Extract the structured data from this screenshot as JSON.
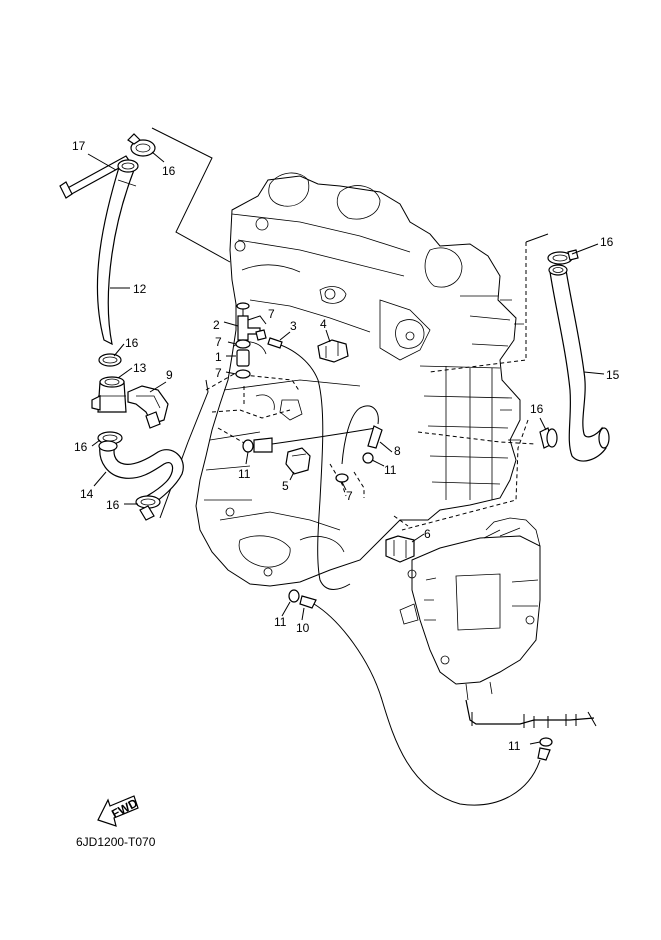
{
  "diagram": {
    "code": "6JD1200-T070",
    "fwd_label": "FWD",
    "callouts": [
      {
        "id": "c17",
        "text": "17"
      },
      {
        "id": "c16a",
        "text": "16"
      },
      {
        "id": "c12",
        "text": "12"
      },
      {
        "id": "c16b",
        "text": "16"
      },
      {
        "id": "c13",
        "text": "13"
      },
      {
        "id": "c9",
        "text": "9"
      },
      {
        "id": "c16c",
        "text": "16"
      },
      {
        "id": "c14",
        "text": "14"
      },
      {
        "id": "c16d",
        "text": "16"
      },
      {
        "id": "c7a",
        "text": "7"
      },
      {
        "id": "c2",
        "text": "2"
      },
      {
        "id": "c3",
        "text": "3"
      },
      {
        "id": "c4",
        "text": "4"
      },
      {
        "id": "c7b",
        "text": "7"
      },
      {
        "id": "c1",
        "text": "1"
      },
      {
        "id": "c7c",
        "text": "7"
      },
      {
        "id": "c11a",
        "text": "11"
      },
      {
        "id": "c5",
        "text": "5"
      },
      {
        "id": "c8",
        "text": "8"
      },
      {
        "id": "c11b",
        "text": "11"
      },
      {
        "id": "c7d",
        "text": "7"
      },
      {
        "id": "c6",
        "text": "6"
      },
      {
        "id": "c11c",
        "text": "11"
      },
      {
        "id": "c10",
        "text": "10"
      },
      {
        "id": "c11d",
        "text": "11"
      },
      {
        "id": "c16e",
        "text": "16"
      },
      {
        "id": "c15",
        "text": "15"
      },
      {
        "id": "c16f",
        "text": "16"
      }
    ]
  }
}
